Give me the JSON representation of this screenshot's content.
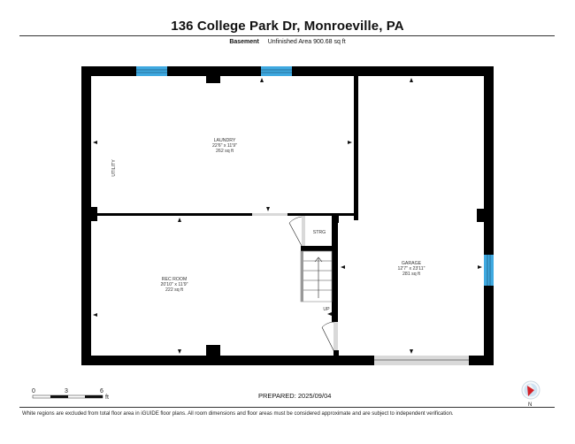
{
  "header": {
    "title": "136 College Park Dr, Monroeville, PA",
    "floor_name": "Basement",
    "area_text": "Unfinished Area 900.68 sq ft"
  },
  "rooms": {
    "laundry": {
      "name": "LAUNDRY",
      "dims": "22'6\" x 11'9\"",
      "area": "262 sq ft"
    },
    "rec_room": {
      "name": "REC ROOM",
      "dims": "20'10\" x 11'9\"",
      "area": "222 sq ft"
    },
    "garage": {
      "name": "GARAGE",
      "dims": "12'7\" x 23'11\"",
      "area": "281 sq ft"
    },
    "storage": {
      "name": "STRG"
    },
    "utility": {
      "name": "UTILITY"
    },
    "stairs": {
      "label": "UP"
    }
  },
  "scale": {
    "ticks": [
      "0",
      "3",
      "6"
    ],
    "unit": "ft"
  },
  "footer": {
    "prepared": "PREPARED: 2025/09/04",
    "disclaimer": "White regions are excluded from total floor area in iGUIDE floor plans. All room dimensions and floor areas must be considered approximate and are subject to independent verification.",
    "compass_label": "N"
  },
  "colors": {
    "wall": "#000000",
    "window": "#3fa9e0",
    "door_opening": "#d9d9d9",
    "compass_needle": "#d42027",
    "compass_ring": "#cfe3f3"
  }
}
